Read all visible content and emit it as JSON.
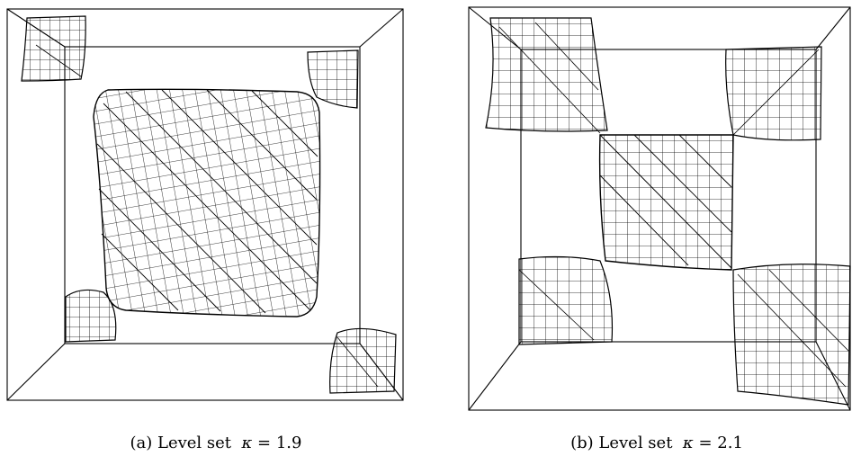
{
  "figure": {
    "panels": [
      {
        "label": "(a)",
        "caption_text": "Level set",
        "kappa_symbol": "κ",
        "equals": "=",
        "kappa_value": "1.9"
      },
      {
        "label": "(b)",
        "caption_text": "Level set",
        "kappa_symbol": "κ",
        "equals": "=",
        "kappa_value": "2.1"
      }
    ]
  }
}
